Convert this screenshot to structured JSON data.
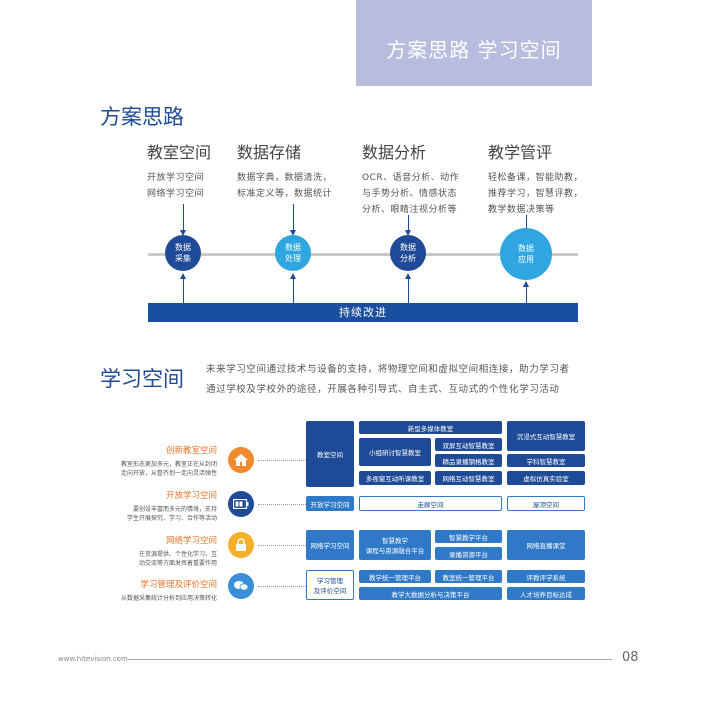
{
  "header": {
    "title": "方案思路  学习空间"
  },
  "section1": {
    "title": "方案思路",
    "stages": [
      {
        "title": "教室空间",
        "desc": [
          "开放学习空间",
          "网络学习空间"
        ],
        "node": [
          "数据",
          "采集"
        ]
      },
      {
        "title": "数据存储",
        "desc": [
          "数据字典，数据清洗，",
          "标准定义等，数据统计"
        ],
        "node": [
          "数据",
          "处理"
        ]
      },
      {
        "title": "数据分析",
        "desc": [
          "OCR、语音分析、动作",
          "与手势分析、情感状态",
          "分析、眼睛注视分析等"
        ],
        "node": [
          "数据",
          "分析"
        ]
      },
      {
        "title": "教学管评",
        "desc": [
          "轻松备课，智能助教，",
          "推荐学习，智慧评教，",
          "教学数据决策等"
        ],
        "node": [
          "数据",
          "应用"
        ]
      }
    ],
    "improve": "持续改进"
  },
  "section2": {
    "title": "学习空间",
    "intro": [
      "未来学习空间通过技术与设备的支持，将物理空间和虚拟空间相连接，助力学习者",
      "通过学校及学校外的途径，开展各种引导式、自主式、互动式的个性化学习活动"
    ],
    "left": [
      {
        "title": "创新教室空间",
        "desc": [
          "教室形态更加多元，教室正在从封闭",
          "走向开放，从整齐划一走向灵活弹性"
        ],
        "icon": "home-icon",
        "color": "#f08a2c"
      },
      {
        "title": "开放学习空间",
        "desc": [
          "要创设丰富而多元的情境，支持",
          "学生开展探究、学习、合作等活动"
        ],
        "icon": "battery-icon",
        "color": "#1f4a97"
      },
      {
        "title": "网络学习空间",
        "desc": [
          "在资源提供、个性化学习、互",
          "动交流等方面发挥着重要作用"
        ],
        "icon": "lock-icon",
        "color": "#f5b02a"
      },
      {
        "title": "学习管理及评价空间",
        "desc": [
          "从数据采集统计分析到应用决策转化"
        ],
        "icon": "chat-icon",
        "color": "#3a8fd8"
      }
    ],
    "grid": {
      "classroom": "教室空间",
      "c_new": "新型多媒体教室",
      "c_small": "小组研讨智慧教室",
      "c_dual": "双屏互动智慧教室",
      "c_boutique": "精品录播钢格教室",
      "c_multi": "多视窗互动听课教室",
      "c_net": "网络互动智慧教室",
      "c_immersive": "沉浸式互动智慧教室",
      "c_subject": "学科智慧教室",
      "c_virtual": "虚拟仿真实验室",
      "open": "开放学习空间",
      "o_corridor": "走廊空间",
      "o_roof": "屋顶空间",
      "network": "网络学习空间",
      "n_smart": [
        "智慧教学",
        "课程与资源融合平台"
      ],
      "n_platform": "智慧教学平台",
      "n_record": "录播资源平台",
      "n_live": "网络直播课堂",
      "manage": [
        "学习管理",
        "及评价空间"
      ],
      "m_mgmt": "教学统一管理平台",
      "m_room": "教室统一管理平台",
      "m_eval": "评教评学系统",
      "m_big": "教学大数据分析与决策平台",
      "m_talent": "人才培养目标达成"
    }
  },
  "footer": {
    "url": "www.hitevision.com",
    "page": "08"
  }
}
